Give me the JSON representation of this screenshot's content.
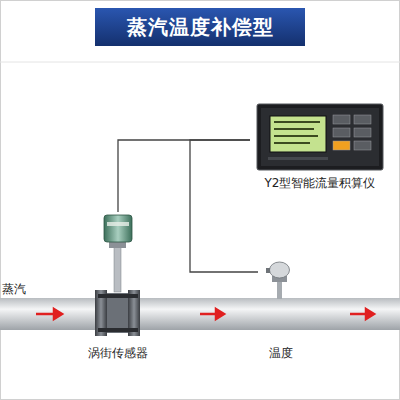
{
  "diagram": {
    "title": "蒸汽温度补偿型",
    "nodes": [
      {
        "text": [
          "Y2型智能流量积算仪"
        ]
      },
      {
        "text": [
          "涡街传感器"
        ]
      },
      {
        "text": [
          "温度"
        ]
      }
    ],
    "edges": [
      {
        "from": 1,
        "to": 0,
        "arrow": "none"
      },
      {
        "from": 2,
        "to": 0,
        "arrow": "none"
      }
    ],
    "labels": [
      "蒸汽"
    ]
  }
}
